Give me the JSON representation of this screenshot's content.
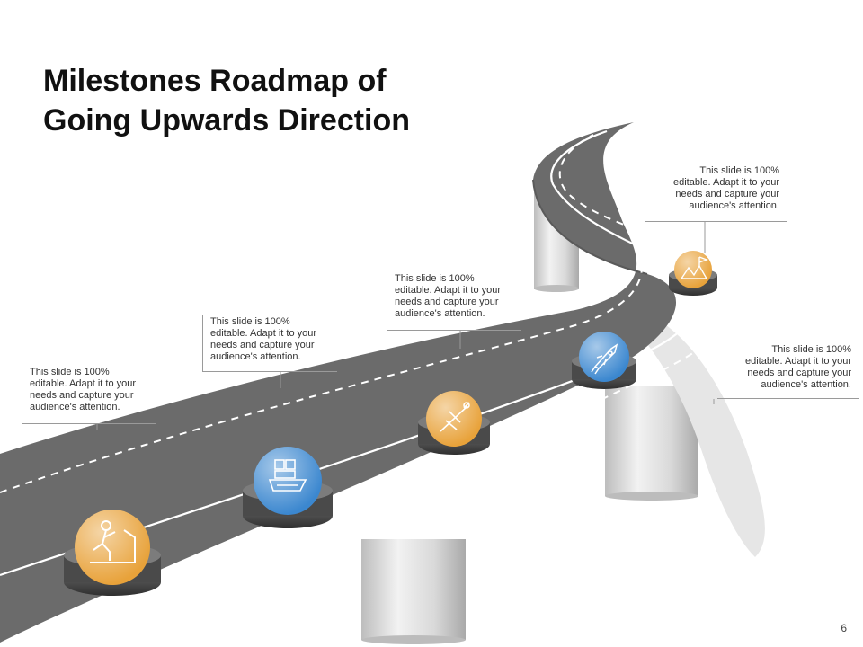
{
  "slide": {
    "title": "Milestones Roadmap of\nGoing Upwards Direction",
    "page_number": "6"
  },
  "milestones": [
    {
      "text": "This slide is 100%\neditable. Adapt it to your\nneeds and capture your\naudience's attention.",
      "icon": "climbing-person-icon",
      "color": "#E8A23A"
    },
    {
      "text": "This slide is 100%\neditable. Adapt it to your\nneeds and capture your\naudience's attention.",
      "icon": "cargo-ship-icon",
      "color": "#3B87CF"
    },
    {
      "text": "This slide is 100%\neditable. Adapt it to your\nneeds and capture your\naudience's attention.",
      "icon": "airplane-icon",
      "color": "#E8A23A"
    },
    {
      "text": "This slide is 100%\neditable. Adapt it to your\nneeds and capture your\naudience's attention.",
      "icon": "rocket-icon",
      "color": "#3B87CF"
    },
    {
      "text": "This slide is 100%\neditable. Adapt it to your\nneeds and capture your\naudience's attention.",
      "icon": "mountain-flag-icon",
      "color": "#E8A23A"
    }
  ]
}
